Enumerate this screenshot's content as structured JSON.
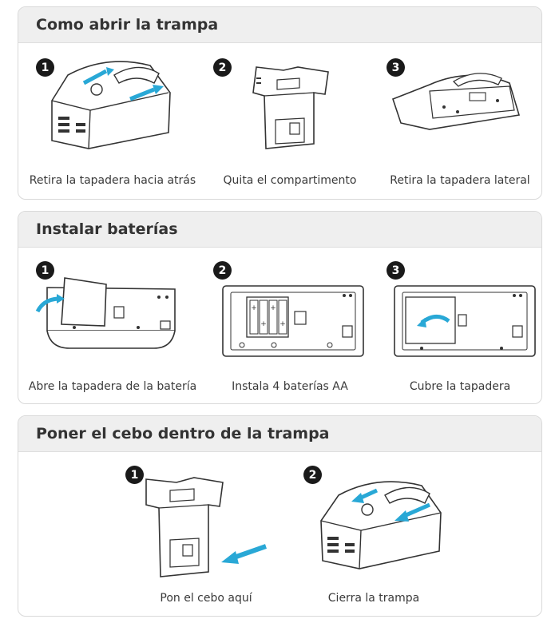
{
  "sections": [
    {
      "title": "Como abrir la trampa",
      "steps": [
        {
          "number": "1",
          "caption": "Retira la tapadera hacia atrás"
        },
        {
          "number": "2",
          "caption": "Quita el compartimento"
        },
        {
          "number": "3",
          "caption": "Retira la tapadera lateral"
        }
      ]
    },
    {
      "title": "Instalar baterías",
      "steps": [
        {
          "number": "1",
          "caption": "Abre la tapadera de la batería"
        },
        {
          "number": "2",
          "caption": "Instala 4 baterías AA"
        },
        {
          "number": "3",
          "caption": "Cubre la tapadera"
        }
      ]
    },
    {
      "title": "Poner el cebo dentro de la trampa",
      "steps": [
        {
          "number": "1",
          "caption": "Pon el cebo aquí"
        },
        {
          "number": "2",
          "caption": "Cierra la trampa"
        }
      ]
    }
  ],
  "battery_symbols": [
    "+",
    "+",
    "+",
    "+"
  ],
  "colors": {
    "arrow": "#29a8d6",
    "line": "#333333",
    "header_bg": "#efefef",
    "border": "#d9d9d9"
  },
  "icons": [
    "trap-back-view-icon",
    "compartment-icon",
    "trap-side-view-icon",
    "battery-cover-open-icon",
    "battery-slot-icon",
    "battery-cover-closed-icon",
    "bait-compartment-icon",
    "trap-closing-icon"
  ]
}
